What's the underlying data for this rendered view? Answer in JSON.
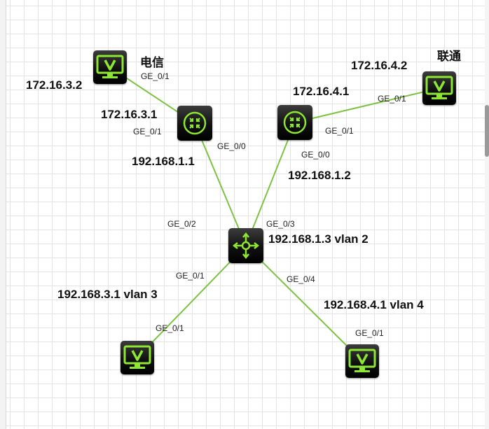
{
  "colors": {
    "link": "#7dc242",
    "device_green": "#8ce632",
    "device_bg": "#111111"
  },
  "nodes": {
    "pc_telecom": {
      "icon": "monitor-icon",
      "name": "电信",
      "ip": "172.16.3.2"
    },
    "pc_unicom": {
      "icon": "monitor-icon",
      "name": "联通",
      "ip": "172.16.4.2"
    },
    "router_left": {
      "icon": "router-icon",
      "ip_wan": "172.16.3.1",
      "ip_lan": "192.168.1.1"
    },
    "router_right": {
      "icon": "router-icon",
      "ip_wan": "172.16.4.1",
      "ip_lan": "192.168.1.2"
    },
    "switch": {
      "icon": "l3-switch-icon",
      "ip": "192.168.1.3 vlan 2"
    },
    "pc_vlan3": {
      "icon": "monitor-icon",
      "ip": "192.168.3.1 vlan 3"
    },
    "pc_vlan4": {
      "icon": "monitor-icon",
      "ip": "192.168.4.1 vlan 4"
    }
  },
  "ports": {
    "pc_telecom": "GE_0/1",
    "router_left_wan": "GE_0/1",
    "router_left_lan": "GE_0/0",
    "router_right_lan": "GE_0/0",
    "router_right_wan": "GE_0/1",
    "pc_unicom": "GE_0/1",
    "switch_to_left": "GE_0/2",
    "switch_to_right": "GE_0/3",
    "switch_to_vlan3": "GE_0/1",
    "switch_to_vlan4": "GE_0/4",
    "pc_vlan3": "GE_0/1",
    "pc_vlan4": "GE_0/1"
  },
  "links": [
    {
      "from": "pc_telecom",
      "to": "router_left"
    },
    {
      "from": "router_left",
      "to": "switch"
    },
    {
      "from": "router_right",
      "to": "switch"
    },
    {
      "from": "router_right",
      "to": "pc_unicom"
    },
    {
      "from": "switch",
      "to": "pc_vlan3"
    },
    {
      "from": "switch",
      "to": "pc_vlan4"
    }
  ]
}
